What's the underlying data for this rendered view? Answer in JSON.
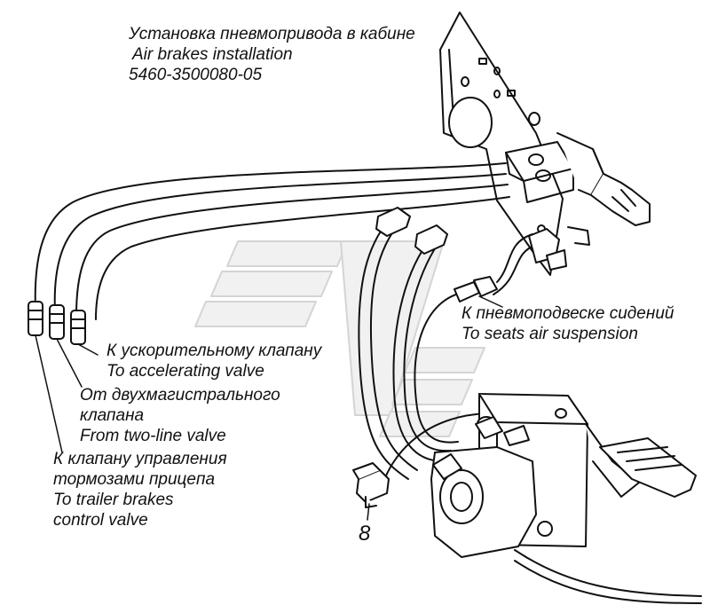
{
  "title": {
    "line_ru": "Установка пневмопривода в кабине",
    "line_en": "Air brakes installation",
    "part_number": "5460-3500080-05"
  },
  "callouts": {
    "seats": {
      "ru": "К пневмоподвеске сидений",
      "en": "To seats air suspension"
    },
    "accelerating": {
      "ru": "К ускорительному клапану",
      "en": "To accelerating valve"
    },
    "two_line": {
      "ru_1": "От двухмагистрального",
      "ru_2": "клапана",
      "en": "From two-line valve"
    },
    "trailer": {
      "ru_1": "К клапану управления",
      "ru_2": "тормозами прицепа",
      "en_1": "To trailer brakes",
      "en_2": "control valve"
    }
  },
  "item_number": "8"
}
